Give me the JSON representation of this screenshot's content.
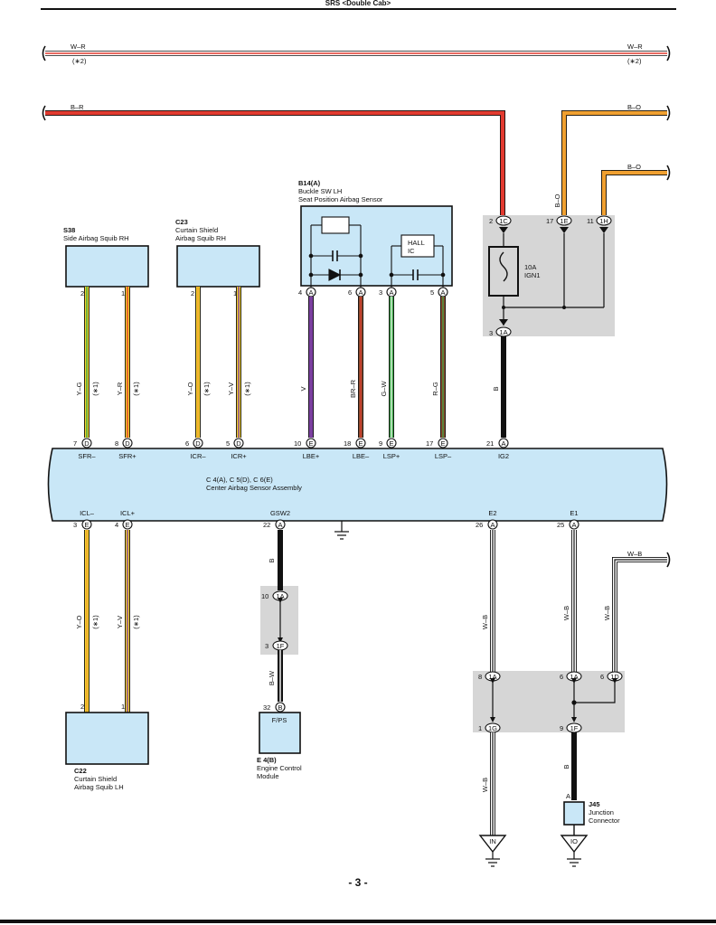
{
  "header": {
    "title": "SRS <Double Cab>"
  },
  "footer": {
    "page": "- 3 -"
  },
  "colors": {
    "component_fill": "#c9e7f7",
    "junction_fill": "#d6d6d6",
    "wire_W": "#ffffff",
    "wire_R": "#e23a2f",
    "wire_B": "#111111",
    "wire_O": "#f0a030",
    "wire_Y": "#f2cf2a",
    "wire_G": "#3aa845",
    "wire_V": "#7b3fa0",
    "wire_BR": "#8b4a2b"
  },
  "top_wires": {
    "wr_left": {
      "label": "W–R",
      "note": "(∗2)"
    },
    "wr_right": {
      "label": "W–R",
      "note": "(∗2)"
    },
    "br_left": "B–R",
    "bo_top": "B–O",
    "bo_mid": "B–O",
    "bo_vert": "B–O"
  },
  "components": {
    "s38": {
      "code": "S38",
      "name": "Side Airbag Squib RH",
      "pin2": "2",
      "pin1": "1"
    },
    "c23": {
      "code": "C23",
      "name1": "Curtain Shield",
      "name2": "Airbag Squib RH",
      "pin2": "2",
      "pin1": "1"
    },
    "b14": {
      "code": "B14(A)",
      "name1": "Buckle SW LH",
      "name2": "Seat Position Airbag Sensor",
      "hall1": "HALL",
      "hall2": "IC",
      "pins": [
        {
          "num": "4",
          "conn": "A"
        },
        {
          "num": "6",
          "conn": "A"
        },
        {
          "num": "3",
          "conn": "A"
        },
        {
          "num": "5",
          "conn": "A"
        }
      ]
    },
    "fuse": {
      "amp": "10A",
      "name": "IGN1",
      "in_pins": [
        {
          "num": "2",
          "conn": "1C"
        },
        {
          "num": "17",
          "conn": "1E"
        },
        {
          "num": "11",
          "conn": "1H"
        }
      ],
      "out_pin": {
        "num": "3",
        "conn": "1A"
      }
    },
    "ecu": {
      "line1": "C 4(A), C 5(D), C 6(E)",
      "line2": "Center Airbag Sensor Assembly",
      "top_pins": [
        {
          "num": "7",
          "conn": "D",
          "label": "SFR–"
        },
        {
          "num": "8",
          "conn": "D",
          "label": "SFR+"
        },
        {
          "num": "6",
          "conn": "D",
          "label": "ICR–"
        },
        {
          "num": "5",
          "conn": "D",
          "label": "ICR+"
        },
        {
          "num": "10",
          "conn": "E",
          "label": "LBE+"
        },
        {
          "num": "18",
          "conn": "E",
          "label": "LBE–"
        },
        {
          "num": "9",
          "conn": "E",
          "label": "LSP+"
        },
        {
          "num": "17",
          "conn": "E",
          "label": "LSP–"
        },
        {
          "num": "21",
          "conn": "A",
          "label": "IG2"
        }
      ],
      "bottom_pins": [
        {
          "num": "3",
          "conn": "E",
          "label": "ICL–"
        },
        {
          "num": "4",
          "conn": "E",
          "label": "ICL+"
        },
        {
          "num": "22",
          "conn": "A",
          "label": "GSW2"
        },
        {
          "num": "26",
          "conn": "A",
          "label": "E2"
        },
        {
          "num": "25",
          "conn": "A",
          "label": "E1"
        }
      ]
    },
    "c22": {
      "code": "C22",
      "name1": "Curtain Shield",
      "name2": "Airbag Squib LH",
      "pin2": "2",
      "pin1": "1"
    },
    "e4": {
      "code": "E 4(B)",
      "name1": "Engine Control",
      "name2": "Module",
      "inner": "F/PS",
      "pin": {
        "num": "32",
        "conn": "B"
      }
    },
    "j45": {
      "code": "J45",
      "name1": "Junction",
      "name2": "Connector",
      "pin": "A"
    }
  },
  "wire_labels": {
    "yg": "Y–G",
    "yr": "Y–R",
    "yo": "Y–O",
    "yv": "Y–V",
    "v": "V",
    "brr": "BR–R",
    "gw": "G–W",
    "rg": "R–G",
    "b": "B",
    "note": "(∗1)",
    "yo_l": "Y–O",
    "yv_l": "Y–V",
    "b_gsw": "B",
    "bw": "B–W",
    "wb_e2": "W–B",
    "wb_e1": "W–B",
    "wb_right": "W–B",
    "wb_right_top": "W–B",
    "wb_in": "W–B",
    "b_io": "B"
  },
  "junction_gsw": [
    {
      "num": "10",
      "conn": "1A"
    },
    {
      "num": "3",
      "conn": "1F"
    }
  ],
  "junction_ground": [
    {
      "num": "8",
      "conn": "1A"
    },
    {
      "num": "6",
      "conn": "1A"
    },
    {
      "num": "6",
      "conn": "1D"
    },
    {
      "num": "1",
      "conn": "1G"
    },
    {
      "num": "9",
      "conn": "1F"
    }
  ],
  "grounds": {
    "in": "IN",
    "io": "IO"
  }
}
